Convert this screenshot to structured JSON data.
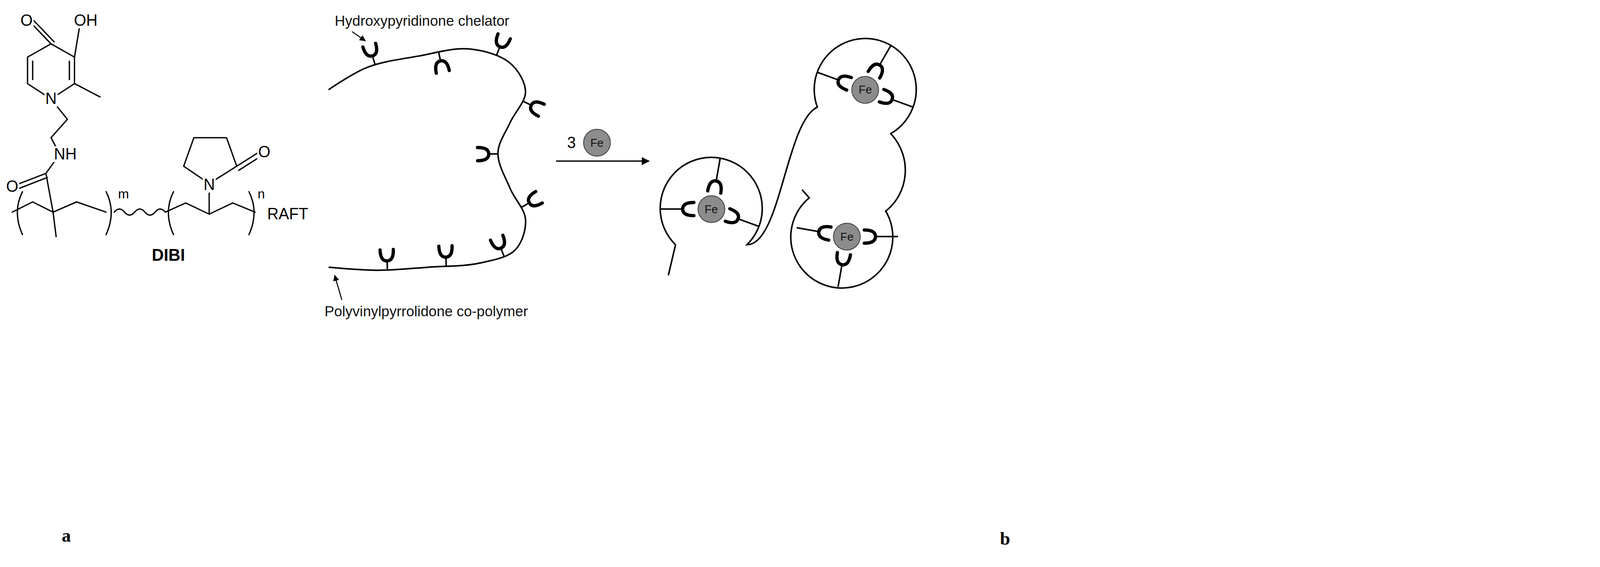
{
  "diagram": {
    "nodes": [
      {
        "text": [
          "Fe"
        ]
      },
      {
        "text": [
          "Fe"
        ]
      },
      {
        "text": [
          "Fe"
        ]
      },
      {
        "text": [
          "Fe"
        ]
      }
    ],
    "labels": [
      "O",
      "OH",
      "N",
      "NH",
      "O",
      "m",
      "N",
      "O",
      "n",
      "RAFT",
      "DIBI",
      "a",
      "Hydroxypyridinone chelator",
      "Polyvinylpyrrolidone co-polymer",
      "3",
      "b"
    ]
  }
}
